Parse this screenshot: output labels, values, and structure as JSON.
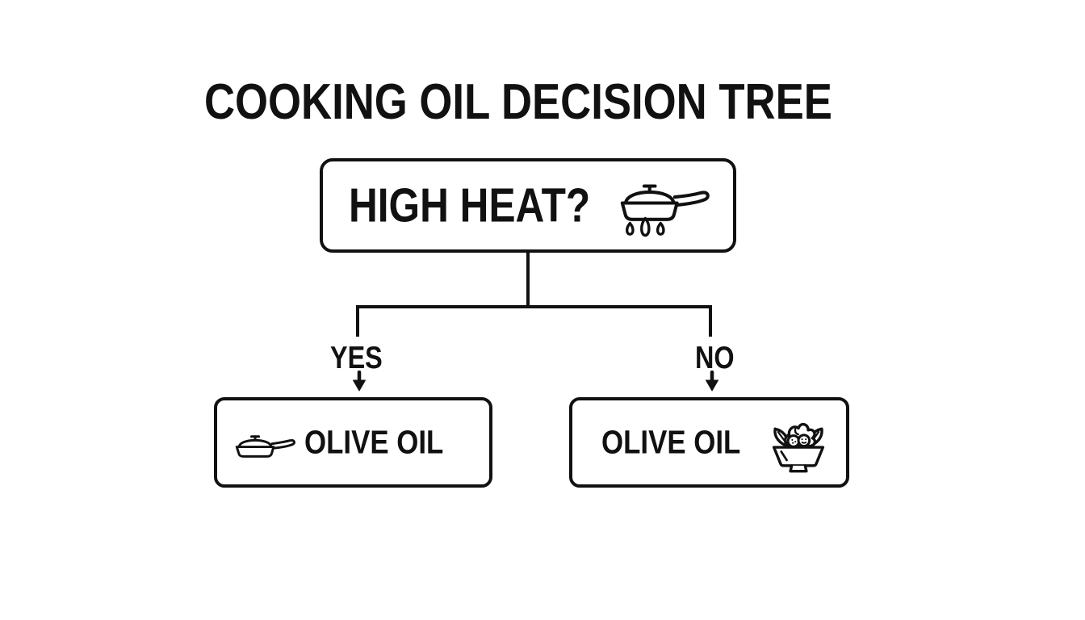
{
  "theme": {
    "background": "#ffffff",
    "ink": "#111111"
  },
  "title": "COOKING OIL DECISION TREE",
  "tree": {
    "root": {
      "label": "HIGH HEAT?",
      "icon": "frying-pan-over-flames-icon"
    },
    "branches": [
      {
        "label": "YES",
        "result": {
          "label": "OLIVE OIL",
          "icon": "frying-pan-icon",
          "icon_position": "left"
        }
      },
      {
        "label": "NO",
        "result": {
          "label": "OLIVE OIL",
          "icon": "salad-bowl-icon",
          "icon_position": "right"
        }
      }
    ]
  }
}
